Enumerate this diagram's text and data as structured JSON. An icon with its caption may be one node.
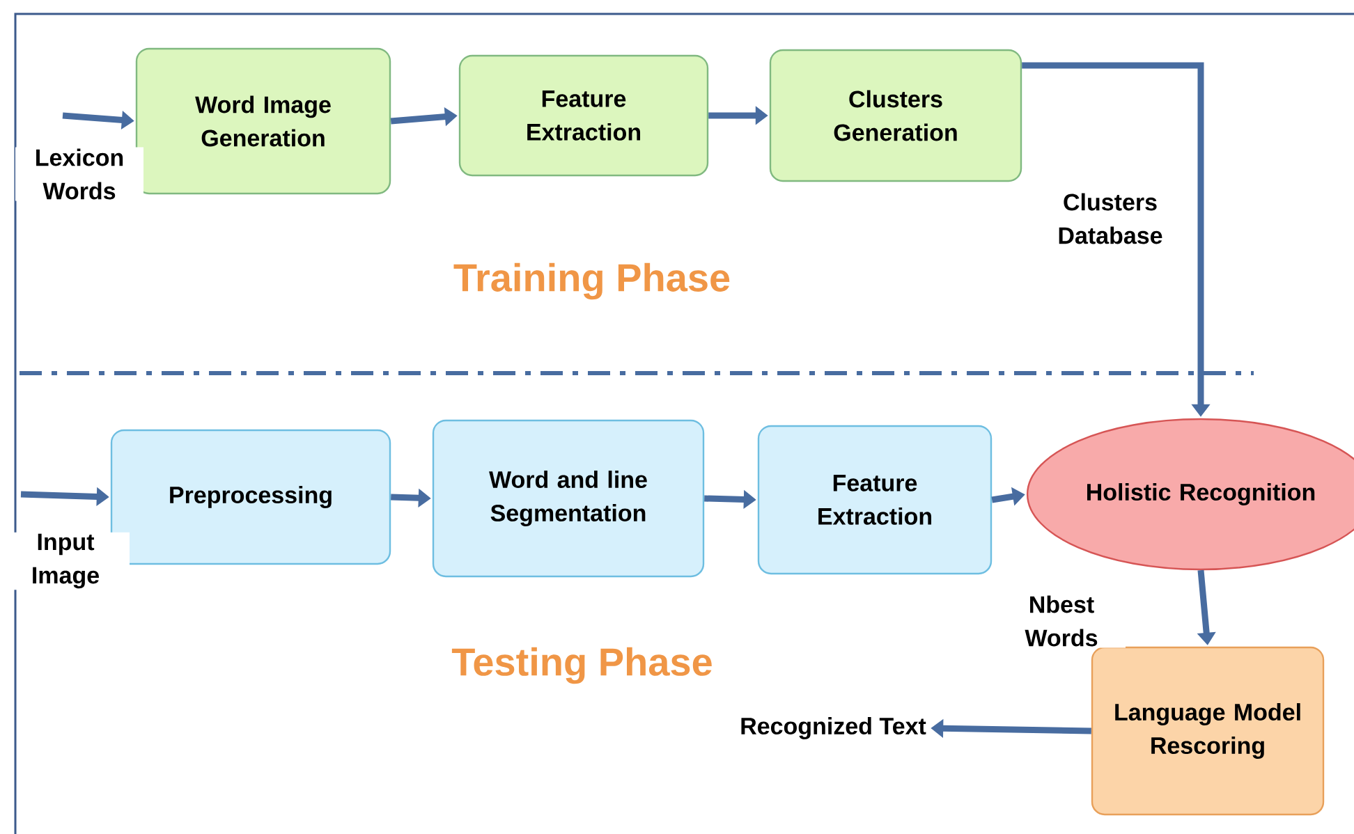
{
  "diagram": {
    "nodes": [
      {
        "text": [
          "Word Image Generation"
        ]
      },
      {
        "text": [
          "Feature Extraction"
        ]
      },
      {
        "text": [
          "Clusters Generation"
        ]
      },
      {
        "text": [
          "Preprocessing"
        ]
      },
      {
        "text": [
          "Word and line Segmentation"
        ]
      },
      {
        "text": [
          "Feature Extraction"
        ]
      },
      {
        "text": [
          "Holistic Recognition"
        ]
      },
      {
        "text": [
          "Language Model Rescoring"
        ]
      },
      {
        "text": [
          "Recognized Text"
        ]
      }
    ],
    "edges": [
      {
        "from": null,
        "to": 0,
        "arrow": "to",
        "label": "Lexicon Words"
      },
      {
        "from": 0,
        "to": 1,
        "arrow": "to"
      },
      {
        "from": 1,
        "to": 2,
        "arrow": "to"
      },
      {
        "from": 2,
        "to": 6,
        "arrow": "to",
        "label": "Clusters Database"
      },
      {
        "from": null,
        "to": 3,
        "arrow": "to",
        "label": "Input Image"
      },
      {
        "from": 3,
        "to": 4,
        "arrow": "to"
      },
      {
        "from": 4,
        "to": 5,
        "arrow": "to"
      },
      {
        "from": 5,
        "to": 6,
        "arrow": "to"
      },
      {
        "from": 6,
        "to": 7,
        "arrow": "to",
        "label": "Nbest Words"
      },
      {
        "from": 7,
        "to": 8,
        "arrow": "to"
      }
    ],
    "labels": [
      "Training Phase",
      "Testing Phase"
    ]
  }
}
